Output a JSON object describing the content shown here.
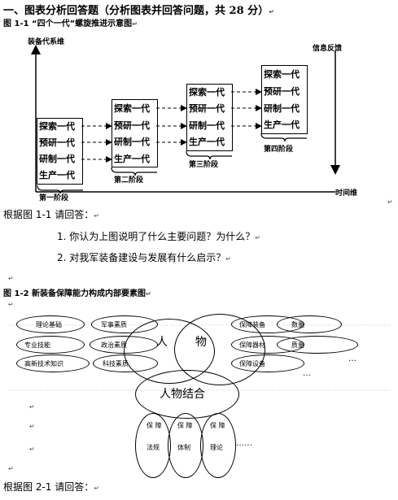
{
  "header": {
    "title": "一、图表分析回答题（分析图表并回答问题，共 28 分）"
  },
  "fig1": {
    "caption": "图 1-1 “四个一代”螺旋推进示意图",
    "y_axis_label": "装备代系维",
    "info_label": "信息反馈",
    "x_axis_label": "时间维",
    "stages": [
      {
        "caption": "第一阶段",
        "items": [
          "探索一代",
          "预研一代",
          "研制一代",
          "生产一代"
        ]
      },
      {
        "caption": "第二阶段",
        "items": [
          "探索一代",
          "预研一代",
          "研制一代",
          "生产一代"
        ]
      },
      {
        "caption": "第三阶段",
        "items": [
          "探索一代",
          "预研一代",
          "研制一代",
          "生产一代"
        ]
      },
      {
        "caption": "第四阶段",
        "items": [
          "探索一代",
          "预研一代",
          "研制一代",
          "生产一代"
        ]
      }
    ]
  },
  "q1": {
    "intro": "根据图 1-1 请回答：",
    "questions": [
      "1. 你认为上图说明了什么主要问题？为什么？",
      "2. 对我军装备建设与发展有什么启示？"
    ]
  },
  "fig2": {
    "caption": "图 1-2 新装备保障能力构成内部要素图",
    "left_pills": [
      "理论基础",
      "专业技能",
      "高新技术知识"
    ],
    "mid_pills": [
      "军事素质",
      "政治素质",
      "科技素质"
    ],
    "right_pills": [
      "保障装备",
      "保障器材",
      "保障设备"
    ],
    "far_pills": [
      "数量",
      "质量"
    ],
    "person_char1": "人",
    "person_char2": "物",
    "combine": "人物结合",
    "bottom_cols": [
      {
        "top": "保 障",
        "bottom": "法规"
      },
      {
        "top": "保 障",
        "bottom": "体制"
      },
      {
        "top": "保 障",
        "bottom": "理论"
      }
    ],
    "ellipsis_right": "…",
    "ellipsis_bottom": "……"
  },
  "q2": {
    "intro": "根据图 2-1 请回答："
  },
  "para_mark": "↵"
}
